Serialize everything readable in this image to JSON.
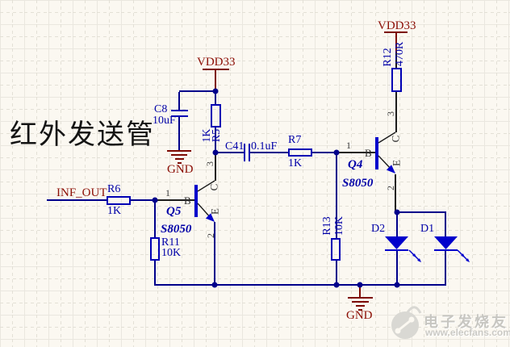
{
  "title": "红外发送管",
  "nets": {
    "inf_out": "INF_OUT",
    "vdd_left": "VDD33",
    "vdd_right": "VDD33",
    "gnd_left": "GND",
    "gnd_bottom": "GND"
  },
  "components": {
    "r6": {
      "ref": "R6",
      "value": "1K"
    },
    "r5": {
      "ref": "R5",
      "value": "1K"
    },
    "r7": {
      "ref": "R7",
      "value": "1K"
    },
    "r11": {
      "ref": "R11",
      "value": "10K"
    },
    "r12": {
      "ref": "R12",
      "value": "470R"
    },
    "r13": {
      "ref": "R13",
      "value": "10K"
    },
    "c8": {
      "ref": "C8",
      "value": "10uF"
    },
    "c41": {
      "ref": "C41",
      "value": "0.1uF"
    },
    "q5": {
      "ref": "Q5",
      "part": "S8050"
    },
    "q4": {
      "ref": "Q4",
      "part": "S8050"
    },
    "d2": {
      "ref": "D2"
    },
    "d1": {
      "ref": "D1"
    }
  },
  "pins": {
    "p1": "1",
    "p2": "2",
    "p3": "3",
    "base": "B",
    "collector": "C",
    "emitter": "E"
  },
  "watermark": {
    "name": "电子发烧友",
    "url": "www.elecfans.com"
  },
  "colors": {
    "wire": "#00008B",
    "component": "#0000B4",
    "label": "#0000A8",
    "power": "#7D0B04",
    "title": "#141414"
  }
}
